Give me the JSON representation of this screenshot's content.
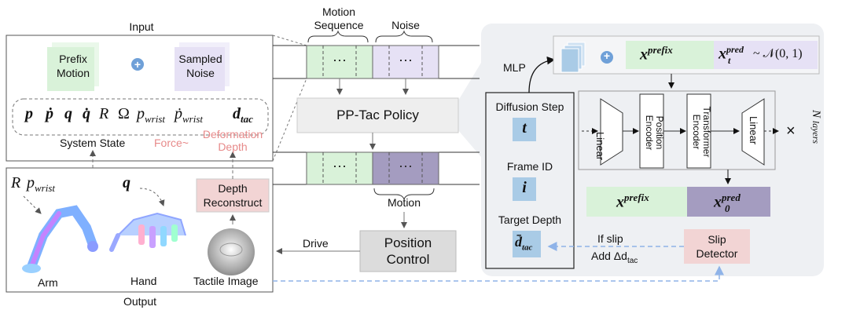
{
  "input_panel": {
    "title": "Input",
    "prefix_motion": [
      "Prefix",
      "Motion"
    ],
    "sampled_noise": [
      "Sampled",
      "Noise"
    ],
    "plus": "+",
    "state_symbols": [
      "p",
      "ṗ",
      "q",
      "q̇",
      "R",
      "Ω",
      "p",
      "ṗ",
      "d"
    ],
    "state_subscripts": {
      "wrist": "wrist",
      "tac": "tac"
    },
    "system_state": "System State",
    "force": "Force~",
    "deformation_depth": [
      "Deformation",
      "Depth"
    ]
  },
  "output_panel": {
    "title": "Output",
    "r_label": "R",
    "p_label": "p",
    "p_sub": "wrist",
    "q_label": "q",
    "depth_reconstruct": [
      "Depth",
      "Reconstruct"
    ],
    "arm": "Arm",
    "hand": "Hand",
    "tactile_image": "Tactile Image"
  },
  "middle": {
    "motion_sequence": [
      "Motion",
      "Sequence"
    ],
    "noise": "Noise",
    "dots": "···",
    "policy": "PP-Tac Policy",
    "motion": "Motion",
    "drive": "Drive",
    "position_control": [
      "Position",
      "Control"
    ]
  },
  "right_panel": {
    "mlp": "MLP",
    "plus": "+",
    "x_prefix": "x",
    "x_prefix_sup": "prefix",
    "x_pred_t": "x",
    "x_pred_t_sup": "pred",
    "x_pred_t_sub": "t",
    "noise_dist": "~ 𝒩(0, 1)",
    "diffusion_step": "Diffusion Step",
    "t_symbol": "t",
    "frame_id": "Frame ID",
    "i_symbol": "i",
    "target_depth": "Target Depth",
    "d_symbol": "d̄",
    "d_sub": "tac",
    "linear": "Linear",
    "position_encoder": [
      "Position",
      "Encoder"
    ],
    "transformer_encoder": [
      "Transformer",
      "Encoder"
    ],
    "n_layers": "N",
    "n_layers_sub": "layers",
    "times": "×",
    "x0_pred": "x",
    "x0_pred_sup": "pred",
    "x0_pred_sub": "0",
    "if_slip": "If slip",
    "add_delta": "Add Δd",
    "add_delta_sub": "tac",
    "slip_detector": [
      "Slip",
      "Detector"
    ]
  },
  "colors": {
    "green_fill": "#d9f2d9",
    "purple_fill": "#e6e1f5",
    "dark_purple": "#a49cc0",
    "blue_fill": "#a9cbe6",
    "pink_fill": "#f2d4d4",
    "gray_panel": "#eef0f3",
    "gray_box": "#e6e6e6",
    "pink_text": "#e78a8a",
    "dashed_blue": "#8fb3e8"
  }
}
